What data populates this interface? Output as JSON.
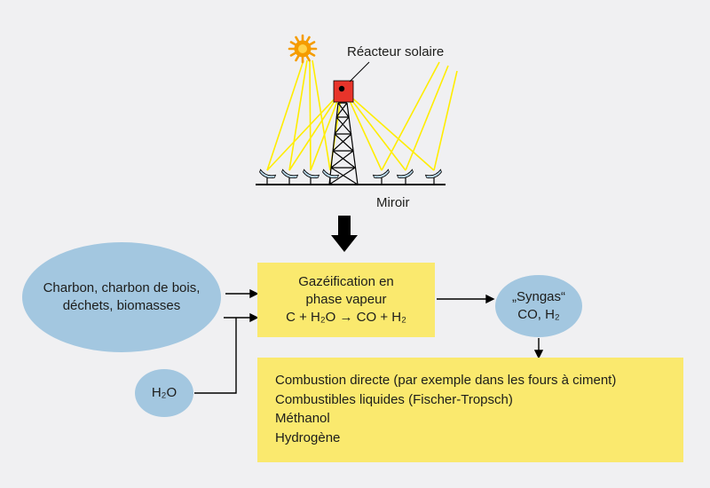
{
  "diagram": {
    "colors": {
      "background": "#f0f0f2",
      "ellipse": "#a3c7e0",
      "box": "#fae96e",
      "sun": "#f59c00",
      "sun_core": "#ffd34a",
      "ray": "#ffed00",
      "mirror": "#b9d8ea",
      "reactor_red": "#e8342a",
      "text": "#1d1d1b"
    },
    "labels": {
      "solar_reactor": "Réacteur solaire",
      "mirror": "Miroir"
    },
    "feedstock": "Charbon, charbon de bois, déchets, biomasses",
    "gasification": {
      "line1": "Gazéification en",
      "line2": "phase vapeur",
      "line3": "C + H₂O → CO + H₂"
    },
    "syngas": {
      "line1": "„Syngas“",
      "line2": "CO, H₂"
    },
    "water": "H₂O",
    "products": [
      "Combustion directe (par exemple dans les fours à ciment)",
      "Combustibles liquides (Fischer-Tropsch)",
      "Méthanol",
      "Hydrogène"
    ]
  }
}
